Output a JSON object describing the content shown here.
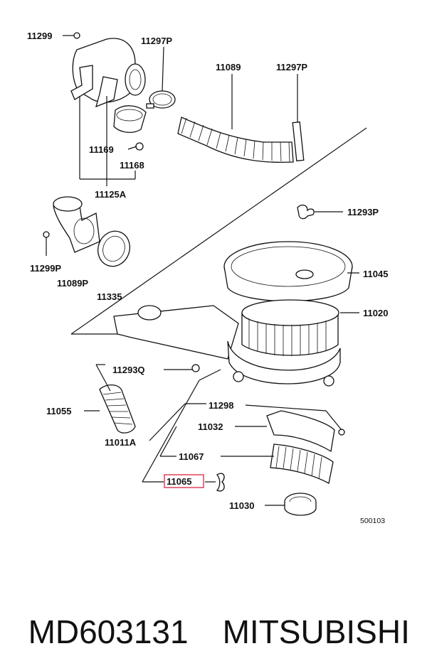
{
  "parts": {
    "p11299": "11299",
    "p11297p_a": "11297P",
    "p11089": "11089",
    "p11297p_b": "11297P",
    "p11169": "11169",
    "p11168": "11168",
    "p11125a": "11125A",
    "p11293p": "11293P",
    "p11299p": "11299P",
    "p11089p": "11089P",
    "p11335": "11335",
    "p11045": "11045",
    "p11020": "11020",
    "p11293q": "11293Q",
    "p11055": "11055",
    "p11298": "11298",
    "p11032": "11032",
    "p11011a": "11011A",
    "p11067": "11067",
    "p11065": "11065",
    "p11030": "11030"
  },
  "diagram_code": "500103",
  "footer": {
    "part_number": "MD603131",
    "brand": "MITSUBISHI"
  },
  "colors": {
    "highlight_box": "#e0405a",
    "ink": "#111111"
  }
}
